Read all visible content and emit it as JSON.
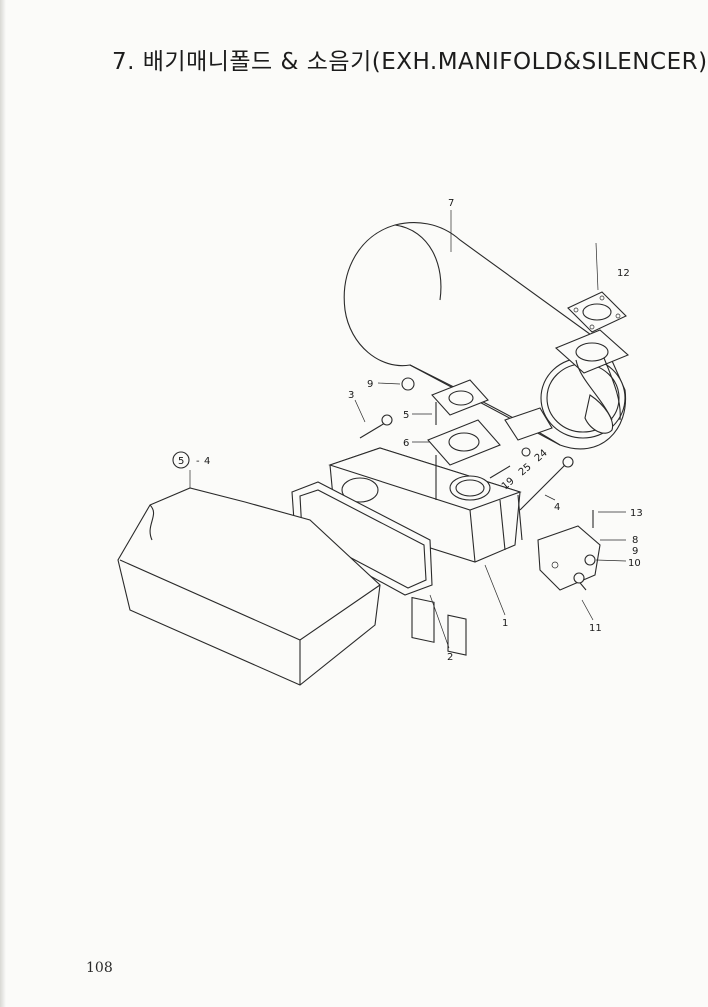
{
  "header": {
    "title": "7. 배기매니폴드 & 소음기(EXH.MANIFOLD&SILENCER)"
  },
  "diagram": {
    "callouts": {
      "p7": "7",
      "p12": "12",
      "p9a": "9",
      "p3": "3",
      "p5a": "5",
      "p6": "6",
      "p5circ": "5",
      "p4a": "4",
      "p19": "19",
      "p25": "25",
      "p24": "24",
      "p4b": "4",
      "p13": "13",
      "p8": "8",
      "p9b": "9",
      "p10": "10",
      "p1": "1",
      "p11": "11",
      "p2": "2"
    }
  },
  "footer": {
    "page_number": "108"
  }
}
